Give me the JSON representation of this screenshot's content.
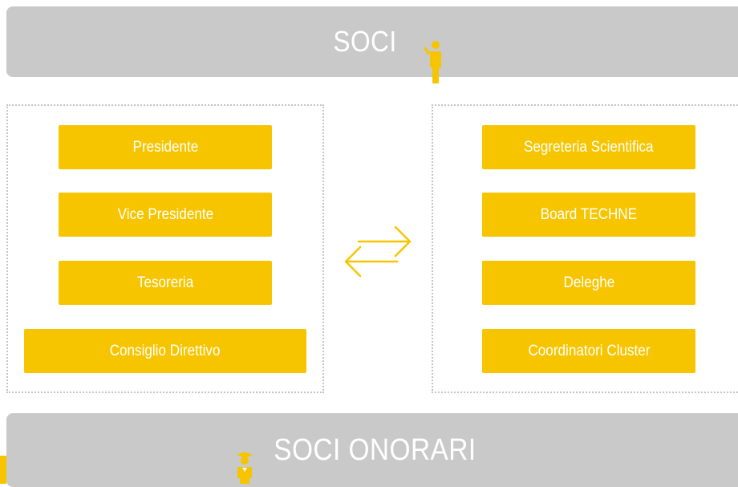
{
  "top_banner": {
    "title": "SOCI",
    "icon": "person-icon"
  },
  "bottom_banner": {
    "title": "SOCI ONORARI",
    "icon": "graduate-icon"
  },
  "left_group": {
    "roles": [
      "Presidente",
      "Vice Presidente",
      "Tesoreria",
      "Consiglio Direttivo"
    ]
  },
  "right_group": {
    "roles": [
      "Segreteria Scientifica",
      "Board TECHNE",
      "Deleghe",
      "Coordinatori Cluster"
    ]
  },
  "connector": {
    "icon": "exchange-arrows-icon"
  },
  "colors": {
    "accent": "#f7c500",
    "banner": "#c9c9c9",
    "text_on_fill": "#ffffff",
    "dotted_border": "#c4c4c4"
  }
}
